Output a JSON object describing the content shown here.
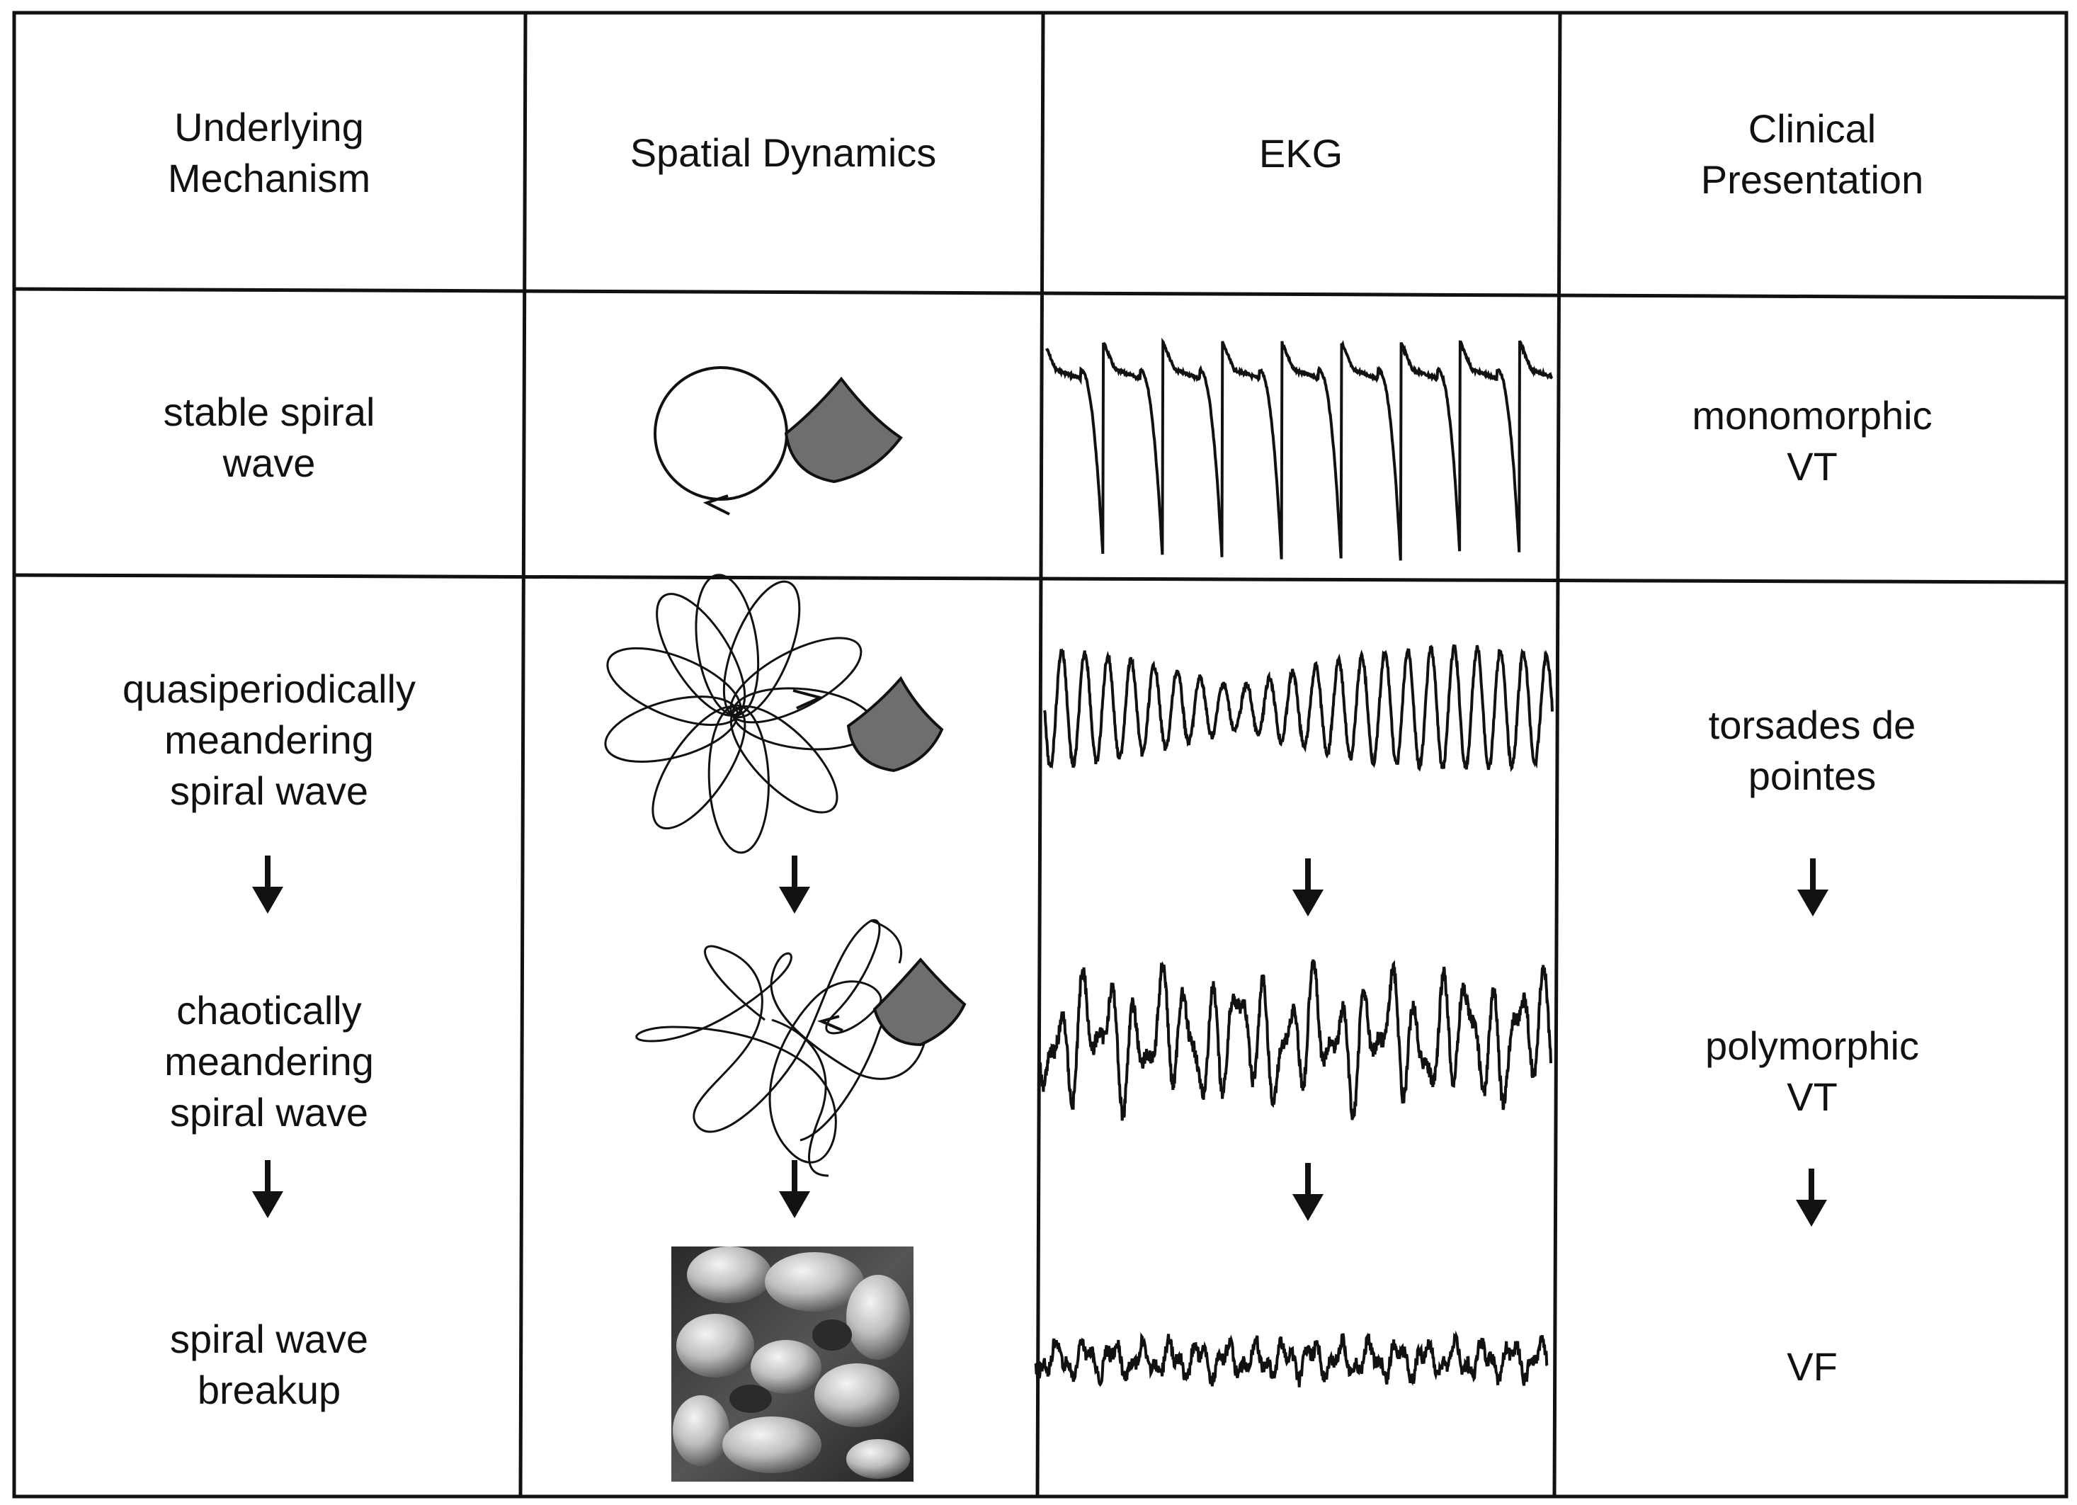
{
  "headers": [
    [
      "Underlying",
      "Mechanism"
    ],
    [
      "Spatial Dynamics"
    ],
    [
      "EKG"
    ],
    [
      "Clinical",
      "Presentation"
    ]
  ],
  "mechanisms": [
    [
      "stable spiral",
      "wave"
    ],
    [
      "quasiperiodically",
      "meandering",
      "spiral wave"
    ],
    [
      "chaotically",
      "meandering",
      "spiral wave"
    ],
    [
      "spiral wave",
      "breakup"
    ]
  ],
  "presentations": [
    [
      "monomorphic",
      "VT"
    ],
    [
      "torsades de",
      "pointes"
    ],
    [
      "polymorphic",
      "VT"
    ],
    [
      "VF"
    ]
  ],
  "icons": {
    "arrow": "down-arrow-icon",
    "wavefront": "spiral-wavefront-icon",
    "breakup_image": "spiral-breakup-pattern"
  },
  "colors": {
    "ink": "#111111",
    "wavefront_fill": "#6e6e6e",
    "background": "#ffffff"
  }
}
